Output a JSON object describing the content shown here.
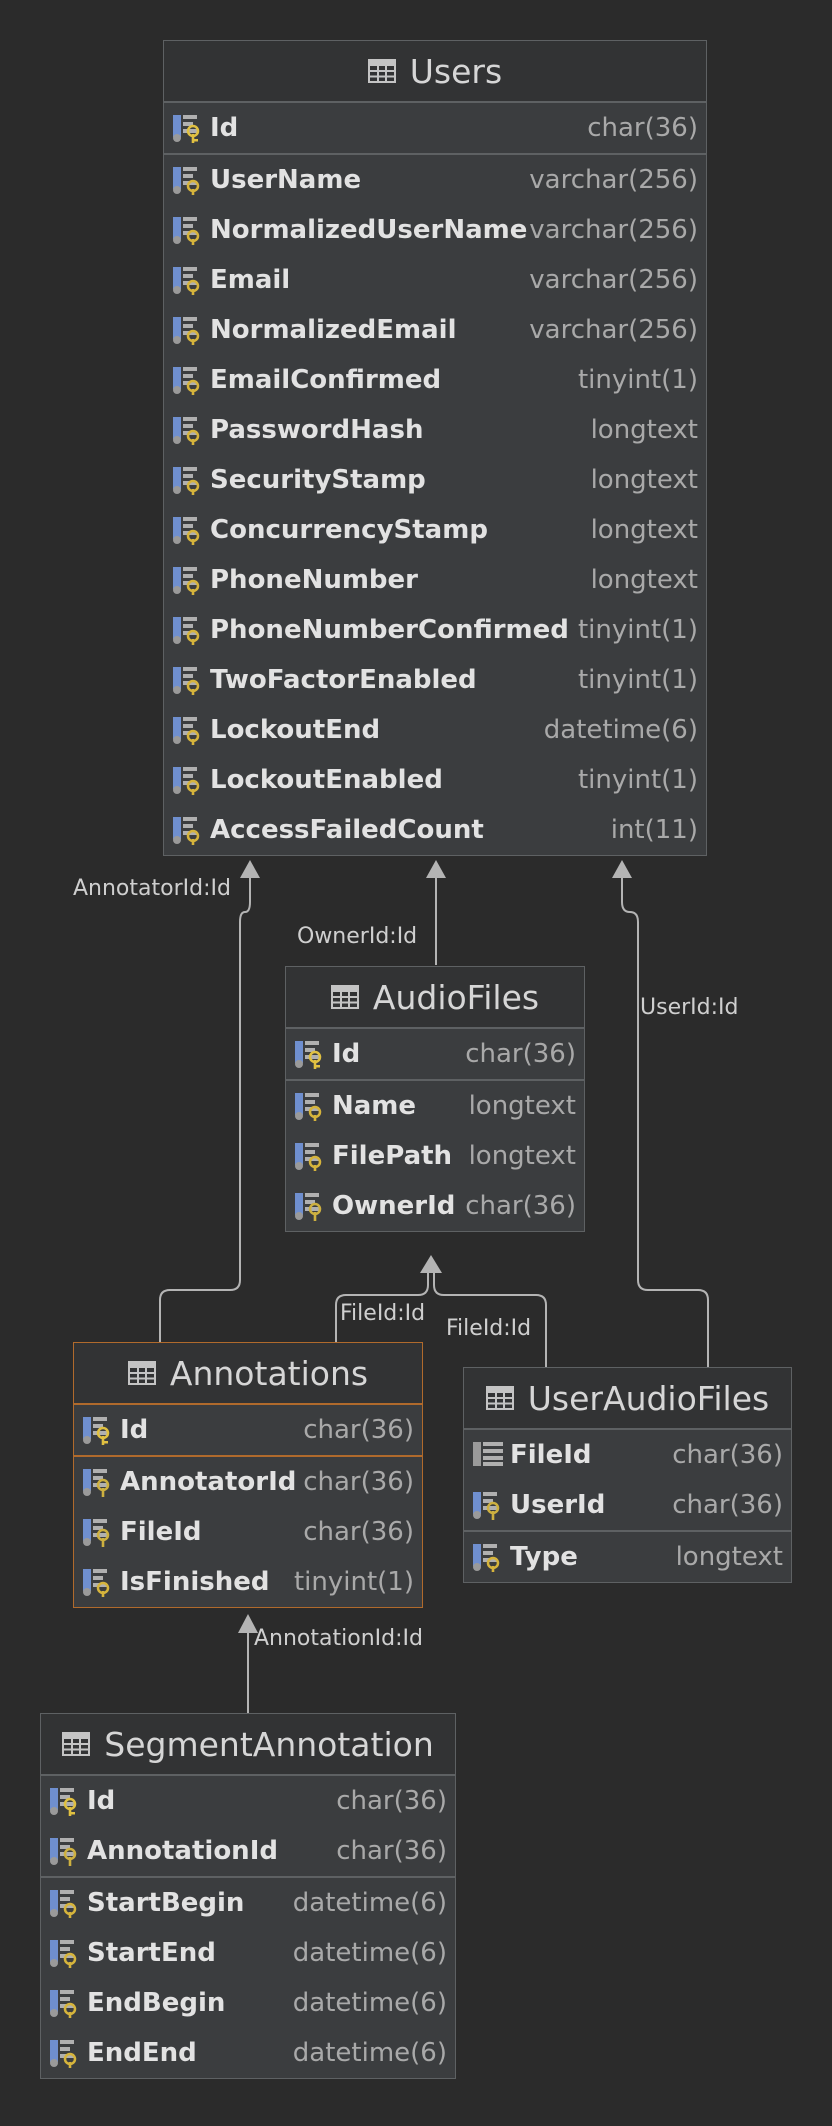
{
  "colors": {
    "background": "#2b2b2b",
    "table_body": "#3b3d3f",
    "table_header": "#323334",
    "table_border": "#5e6163",
    "selected_border": "#b06a2c",
    "connector": "#b4b4b4",
    "column_name": "#e2e2e2",
    "column_type": "#a9a9a9"
  },
  "tables": {
    "users": {
      "title": "Users",
      "icon": "table-icon",
      "columns": [
        {
          "name": "Id",
          "type": "char(36)",
          "icon": "primary-key-column-icon"
        },
        {
          "name": "UserName",
          "type": "varchar(256)",
          "icon": "column-icon"
        },
        {
          "name": "NormalizedUserName",
          "type": "varchar(256)",
          "icon": "column-icon"
        },
        {
          "name": "Email",
          "type": "varchar(256)",
          "icon": "column-icon"
        },
        {
          "name": "NormalizedEmail",
          "type": "varchar(256)",
          "icon": "column-icon"
        },
        {
          "name": "EmailConfirmed",
          "type": "tinyint(1)",
          "icon": "column-icon"
        },
        {
          "name": "PasswordHash",
          "type": "longtext",
          "icon": "column-icon"
        },
        {
          "name": "SecurityStamp",
          "type": "longtext",
          "icon": "column-icon"
        },
        {
          "name": "ConcurrencyStamp",
          "type": "longtext",
          "icon": "column-icon"
        },
        {
          "name": "PhoneNumber",
          "type": "longtext",
          "icon": "column-icon"
        },
        {
          "name": "PhoneNumberConfirmed",
          "type": "tinyint(1)",
          "icon": "column-icon"
        },
        {
          "name": "TwoFactorEnabled",
          "type": "tinyint(1)",
          "icon": "column-icon"
        },
        {
          "name": "LockoutEnd",
          "type": "datetime(6)",
          "icon": "column-icon"
        },
        {
          "name": "LockoutEnabled",
          "type": "tinyint(1)",
          "icon": "column-icon"
        },
        {
          "name": "AccessFailedCount",
          "type": "int(11)",
          "icon": "column-icon"
        }
      ]
    },
    "audiofiles": {
      "title": "AudioFiles",
      "icon": "table-icon",
      "columns": [
        {
          "name": "Id",
          "type": "char(36)",
          "icon": "primary-key-column-icon"
        },
        {
          "name": "Name",
          "type": "longtext",
          "icon": "column-icon"
        },
        {
          "name": "FilePath",
          "type": "longtext",
          "icon": "column-icon"
        },
        {
          "name": "OwnerId",
          "type": "char(36)",
          "icon": "foreign-key-column-icon"
        }
      ]
    },
    "annotations": {
      "title": "Annotations",
      "icon": "table-icon",
      "selected": true,
      "columns": [
        {
          "name": "Id",
          "type": "char(36)",
          "icon": "primary-key-column-icon"
        },
        {
          "name": "AnnotatorId",
          "type": "char(36)",
          "icon": "foreign-key-column-icon"
        },
        {
          "name": "FileId",
          "type": "char(36)",
          "icon": "foreign-key-column-icon"
        },
        {
          "name": "IsFinished",
          "type": "tinyint(1)",
          "icon": "column-icon"
        }
      ]
    },
    "useraudiofiles": {
      "title": "UserAudioFiles",
      "icon": "table-icon",
      "columns": [
        {
          "name": "FileId",
          "type": "char(36)",
          "icon": "composite-key-column-icon"
        },
        {
          "name": "UserId",
          "type": "char(36)",
          "icon": "foreign-key-column-icon"
        },
        {
          "name": "Type",
          "type": "longtext",
          "icon": "column-icon"
        }
      ]
    },
    "segmentannotation": {
      "title": "SegmentAnnotation",
      "icon": "table-icon",
      "columns": [
        {
          "name": "Id",
          "type": "char(36)",
          "icon": "primary-key-column-icon"
        },
        {
          "name": "AnnotationId",
          "type": "char(36)",
          "icon": "foreign-key-column-icon"
        },
        {
          "name": "StartBegin",
          "type": "datetime(6)",
          "icon": "column-icon"
        },
        {
          "name": "StartEnd",
          "type": "datetime(6)",
          "icon": "column-icon"
        },
        {
          "name": "EndBegin",
          "type": "datetime(6)",
          "icon": "column-icon"
        },
        {
          "name": "EndEnd",
          "type": "datetime(6)",
          "icon": "column-icon"
        }
      ]
    }
  },
  "relations": {
    "annotator": "AnnotatorId:Id",
    "owner": "OwnerId:Id",
    "user": "UserId:Id",
    "file_annotations": "FileId:Id",
    "file_useraudiofiles": "FileId:Id",
    "annotation": "AnnotationId:Id"
  }
}
